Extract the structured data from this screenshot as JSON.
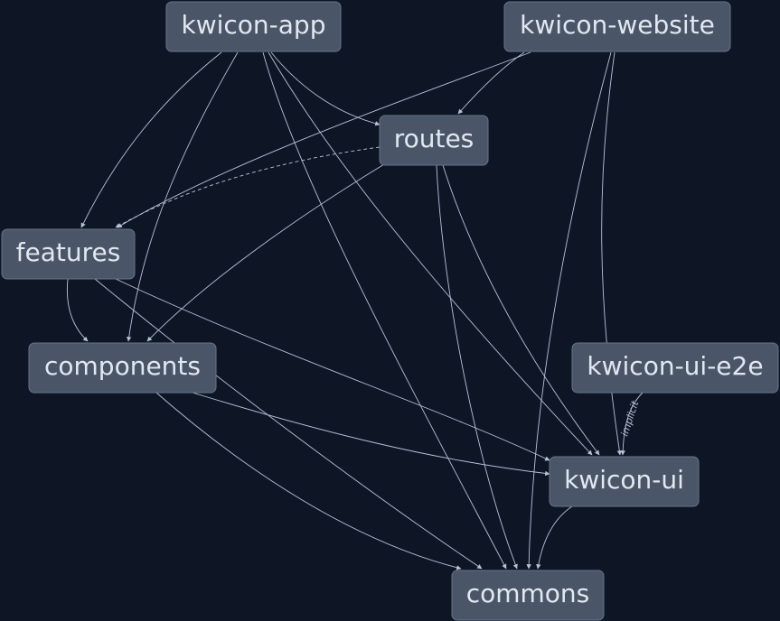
{
  "graph": {
    "nodes": [
      {
        "id": "kwicon-app",
        "label": "kwicon-app"
      },
      {
        "id": "kwicon-website",
        "label": "kwicon-website"
      },
      {
        "id": "routes",
        "label": "routes"
      },
      {
        "id": "features",
        "label": "features"
      },
      {
        "id": "components",
        "label": "components"
      },
      {
        "id": "kwicon-ui-e2e",
        "label": "kwicon-ui-e2e"
      },
      {
        "id": "kwicon-ui",
        "label": "kwicon-ui"
      },
      {
        "id": "commons",
        "label": "commons"
      }
    ],
    "edges": [
      {
        "from": "kwicon-app",
        "to": "features"
      },
      {
        "from": "kwicon-app",
        "to": "components"
      },
      {
        "from": "kwicon-app",
        "to": "routes"
      },
      {
        "from": "kwicon-app",
        "to": "commons"
      },
      {
        "from": "kwicon-app",
        "to": "kwicon-ui"
      },
      {
        "from": "kwicon-website",
        "to": "routes"
      },
      {
        "from": "kwicon-website",
        "to": "features"
      },
      {
        "from": "kwicon-website",
        "to": "kwicon-ui"
      },
      {
        "from": "kwicon-website",
        "to": "commons"
      },
      {
        "from": "routes",
        "to": "features",
        "style": "dashed"
      },
      {
        "from": "routes",
        "to": "components"
      },
      {
        "from": "routes",
        "to": "commons"
      },
      {
        "from": "routes",
        "to": "kwicon-ui"
      },
      {
        "from": "features",
        "to": "components"
      },
      {
        "from": "features",
        "to": "kwicon-ui"
      },
      {
        "from": "features",
        "to": "commons"
      },
      {
        "from": "components",
        "to": "commons"
      },
      {
        "from": "components",
        "to": "kwicon-ui"
      },
      {
        "from": "kwicon-ui-e2e",
        "to": "kwicon-ui",
        "label": "implicit"
      },
      {
        "from": "kwicon-ui",
        "to": "commons"
      }
    ]
  },
  "colors": {
    "background": "#0e1626",
    "node_fill": "#4a5568",
    "node_text": "#e2e8f0",
    "edge": "#b6c2d6"
  }
}
